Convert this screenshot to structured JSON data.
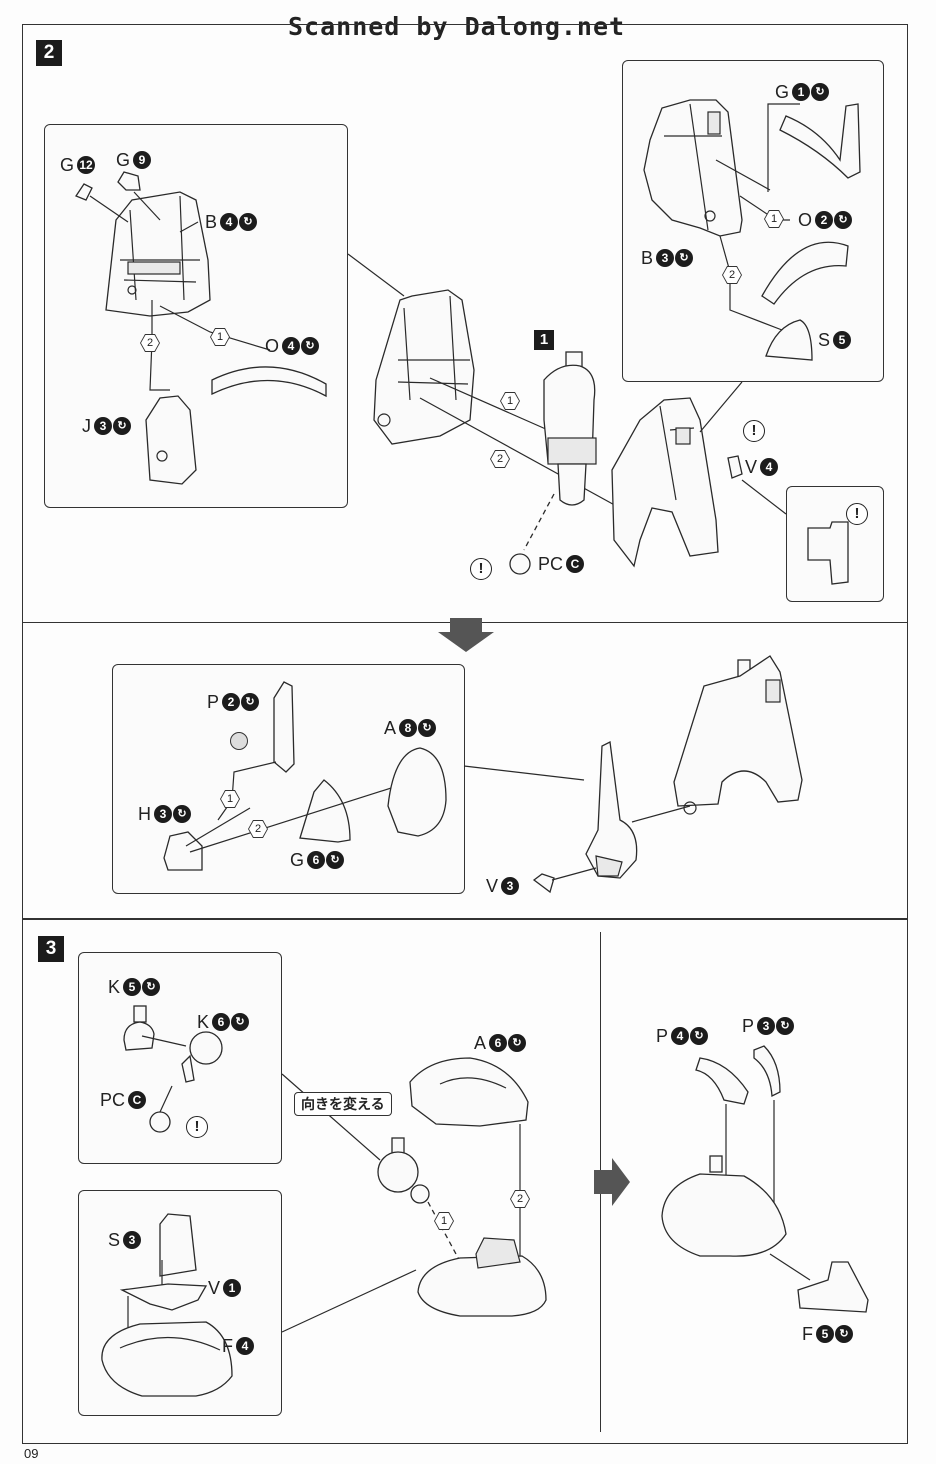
{
  "header": {
    "watermark": "Scanned by Dalong.net"
  },
  "footer": {
    "page_number": "09"
  },
  "step2": {
    "number": "2",
    "ref_subassembly": "1",
    "labels": {
      "g12": {
        "letter": "G",
        "num": "12"
      },
      "g9": {
        "letter": "G",
        "num": "9"
      },
      "b4": {
        "letter": "B",
        "num": "4"
      },
      "o4": {
        "letter": "O",
        "num": "4"
      },
      "j3": {
        "letter": "J",
        "num": "3"
      },
      "g1": {
        "letter": "G",
        "num": "1"
      },
      "o2": {
        "letter": "O",
        "num": "2"
      },
      "b3": {
        "letter": "B",
        "num": "3"
      },
      "s5": {
        "letter": "S",
        "num": "5"
      },
      "v4": {
        "letter": "V",
        "num": "4"
      },
      "pcc": {
        "letter": "PC",
        "num": "C"
      },
      "p2": {
        "letter": "P",
        "num": "2"
      },
      "a8": {
        "letter": "A",
        "num": "8"
      },
      "h3": {
        "letter": "H",
        "num": "3"
      },
      "g6": {
        "letter": "G",
        "num": "6"
      },
      "v3": {
        "letter": "V",
        "num": "3"
      }
    }
  },
  "step3": {
    "number": "3",
    "direction_tag": "向きを変える",
    "labels": {
      "k5": {
        "letter": "K",
        "num": "5"
      },
      "k6": {
        "letter": "K",
        "num": "6"
      },
      "pcc": {
        "letter": "PC",
        "num": "C"
      },
      "a6": {
        "letter": "A",
        "num": "6"
      },
      "s3": {
        "letter": "S",
        "num": "3"
      },
      "v1": {
        "letter": "V",
        "num": "1"
      },
      "f4": {
        "letter": "F",
        "num": "4"
      },
      "p4": {
        "letter": "P",
        "num": "4"
      },
      "p3": {
        "letter": "P",
        "num": "3"
      },
      "f5": {
        "letter": "F",
        "num": "5"
      }
    }
  },
  "common": {
    "order1": "1",
    "order2": "2",
    "warn": "!",
    "cut_mark": "↻"
  }
}
